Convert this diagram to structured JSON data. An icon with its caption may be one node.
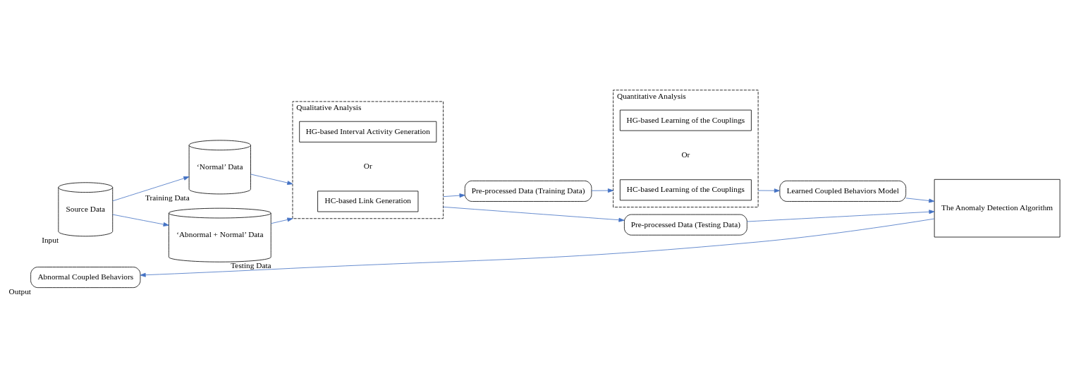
{
  "diagram": {
    "nodes": [
      {
        "text": [
          "Source Data"
        ],
        "beside": [
          "Input"
        ]
      },
      {
        "text": [
          "‘Normal’ Data"
        ],
        "beside": [
          "Training Data"
        ]
      },
      {
        "text": [
          "‘Abnormal + Normal’ Data"
        ],
        "beside": [
          "Testing Data"
        ]
      },
      {
        "text": [
          "Qualitative Analysis"
        ]
      },
      {
        "text": [
          "HC-based Link Generation"
        ],
        "in": 3
      },
      {
        "text": [
          "HG-based Interval Activity Generation"
        ],
        "in": 3
      },
      {
        "text": [
          "Pre-processed Data (Training Data)"
        ]
      },
      {
        "text": [
          "Quantitative Analysis"
        ]
      },
      {
        "text": [
          "HC-based Learning of the Couplings"
        ],
        "in": 7
      },
      {
        "text": [
          "HG-based Learning of the Couplings"
        ],
        "in": 7
      },
      {
        "text": [
          "Abnormal Coupled Behaviors"
        ],
        "beside": [
          "Output"
        ]
      },
      {
        "text": [
          "Learned Coupled Behaviors Model"
        ]
      },
      {
        "text": [
          "Pre-processed Data (Testing Data)"
        ]
      },
      {
        "text": [
          "The Anomaly Detection Algorithm"
        ]
      }
    ],
    "edges": [
      {
        "from": 0,
        "to": 1,
        "arrow": "to"
      },
      {
        "from": 0,
        "to": 2,
        "arrow": "to"
      },
      {
        "from": 1,
        "to": 3,
        "arrow": "to"
      },
      {
        "from": 2,
        "to": 3,
        "arrow": "to"
      },
      {
        "from": 3,
        "to": 6,
        "arrow": "to"
      },
      {
        "from": 3,
        "to": 12,
        "arrow": "to"
      },
      {
        "from": 6,
        "to": 7,
        "arrow": "to"
      },
      {
        "from": 7,
        "to": 11,
        "arrow": "to"
      },
      {
        "from": 11,
        "to": 13,
        "arrow": "to"
      },
      {
        "from": 12,
        "to": 13,
        "arrow": "to"
      },
      {
        "from": 13,
        "to": 10,
        "arrow": "to"
      }
    ],
    "labels": [
      "Or",
      "Or"
    ]
  }
}
